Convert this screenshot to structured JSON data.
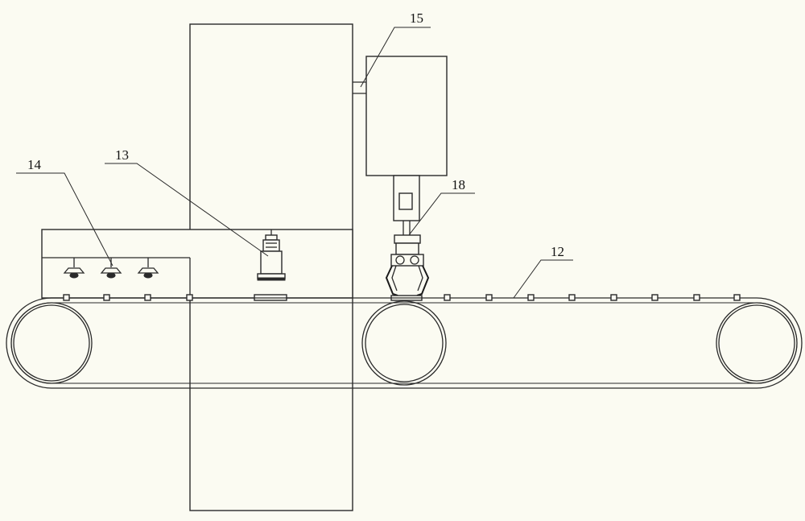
{
  "callouts": {
    "label_12": "12",
    "label_13": "13",
    "label_14": "14",
    "label_15": "15",
    "label_18": "18"
  },
  "colors": {
    "background": "#fbfbf2",
    "line": "#2a2a2a"
  }
}
